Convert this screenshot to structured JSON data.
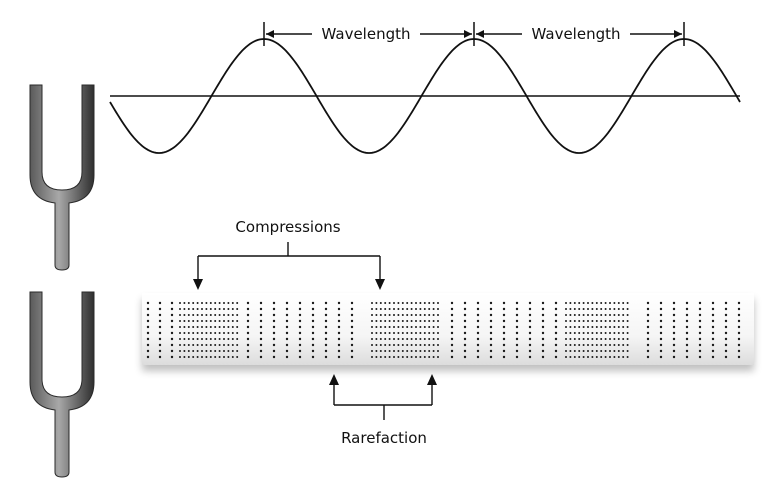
{
  "labels": {
    "wavelength_1": "Wavelength",
    "wavelength_2": "Wavelength",
    "compressions": "Compressions",
    "rarefaction": "Rarefaction"
  },
  "colors": {
    "line": "#111111",
    "fork_light": "#9a9a9a",
    "fork_dark": "#3a3a3a",
    "dot": "#1a1a1a",
    "band": "#f3f3f3"
  },
  "icons": [
    "tuning-fork-icon",
    "tuning-fork-icon"
  ]
}
